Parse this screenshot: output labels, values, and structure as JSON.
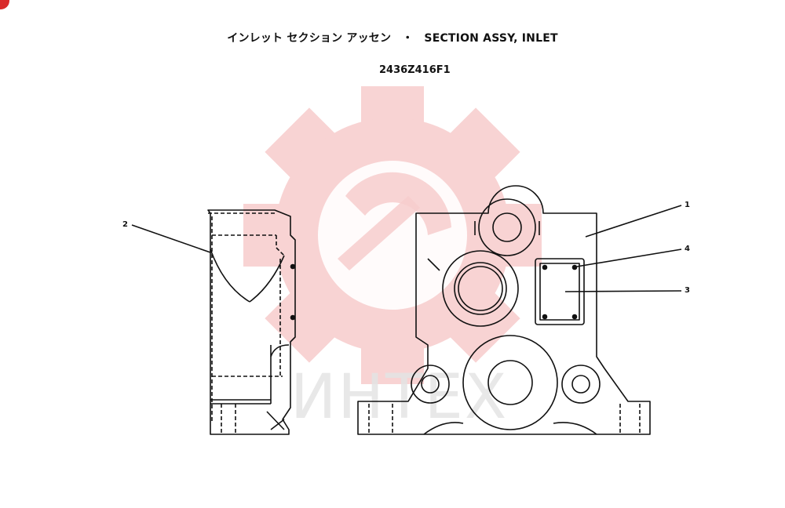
{
  "title": {
    "japanese": "インレット セクション アッセン",
    "separator": "・",
    "english": "SECTION ASSY, INLET"
  },
  "part_number": "2436Z416F1",
  "watermark": {
    "text": "ИНТЕХ",
    "color": "#f4c6c6"
  },
  "callouts": [
    {
      "number": "1"
    },
    {
      "number": "2"
    },
    {
      "number": "3"
    },
    {
      "number": "4"
    }
  ]
}
